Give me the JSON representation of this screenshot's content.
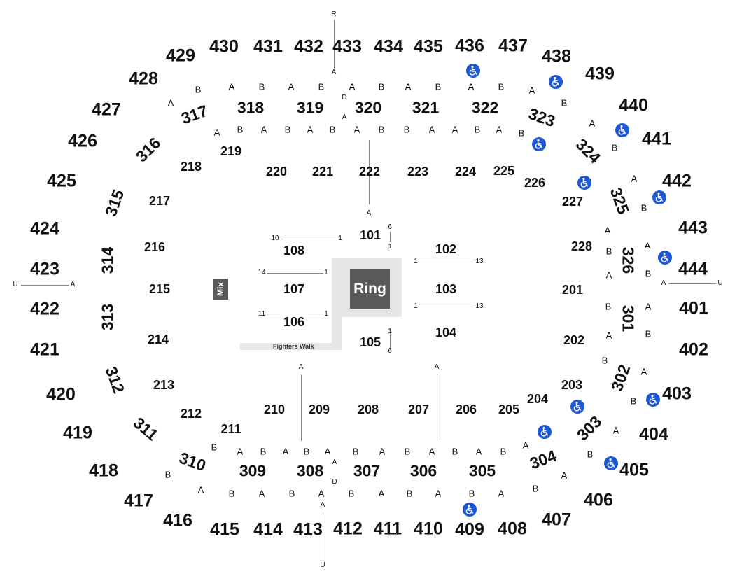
{
  "venue": {
    "ring_label": "Ring",
    "mix_label": "Mix",
    "fighters_walk_label": "Fighters Walk",
    "colors": {
      "floor": "#e6e6e6",
      "ring": "#595959",
      "accessible": "#1e57d6"
    }
  },
  "sections_400": [
    "429",
    "430",
    "431",
    "432",
    "433",
    "434",
    "435",
    "436",
    "437",
    "438",
    "439",
    "428",
    "427",
    "426",
    "425",
    "424",
    "423",
    "422",
    "421",
    "420",
    "419",
    "418",
    "417",
    "416",
    "415",
    "414",
    "413",
    "412",
    "411",
    "410",
    "409",
    "408",
    "407",
    "406",
    "405",
    "404",
    "403",
    "402",
    "401",
    "444",
    "443",
    "442",
    "441",
    "440"
  ],
  "sections_300": [
    "317",
    "318",
    "319",
    "320",
    "321",
    "322",
    "323",
    "324",
    "325",
    "316",
    "315",
    "314",
    "313",
    "312",
    "311",
    "310",
    "309",
    "308",
    "307",
    "306",
    "305",
    "304",
    "303",
    "302",
    "301",
    "326"
  ],
  "sections_200": [
    "219",
    "218",
    "220",
    "221",
    "222",
    "223",
    "224",
    "225",
    "226",
    "227",
    "217",
    "216",
    "215",
    "214",
    "213",
    "212",
    "211",
    "210",
    "209",
    "208",
    "207",
    "206",
    "205",
    "204",
    "203",
    "202",
    "201",
    "228"
  ],
  "sections_100": [
    "101",
    "102",
    "103",
    "104",
    "105",
    "106",
    "107",
    "108"
  ],
  "row_letters": {
    "a": "A",
    "b": "B",
    "d": "D",
    "r": "R",
    "u": "U"
  },
  "row_numbers": [
    "10",
    "1",
    "14",
    "1",
    "11",
    "1",
    "6",
    "1",
    "1",
    "13",
    "1",
    "13",
    "1",
    "6"
  ],
  "accessible_icon": "wheelchair-icon"
}
